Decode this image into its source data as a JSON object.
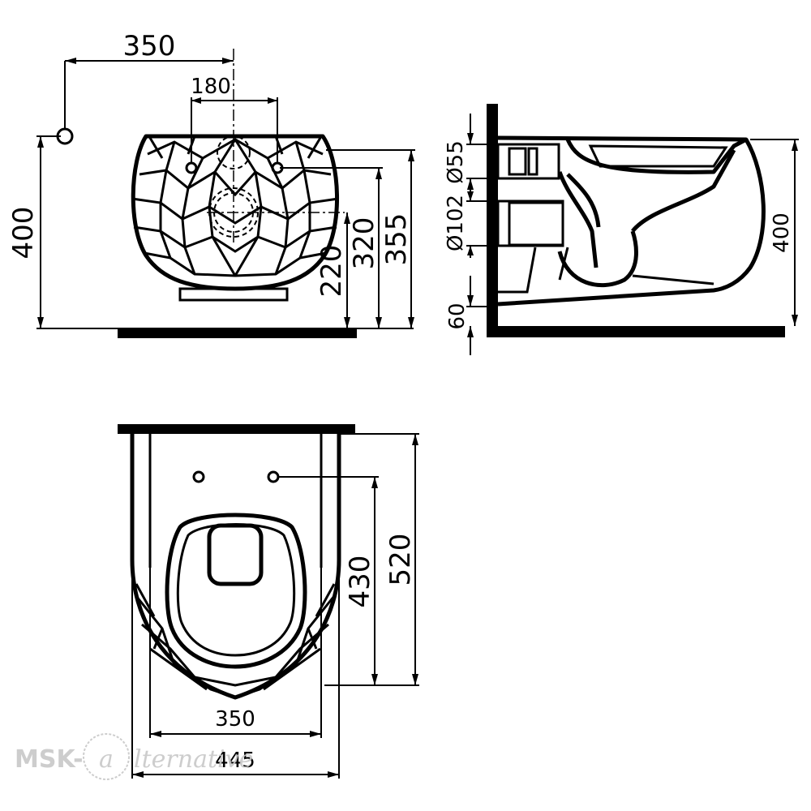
{
  "front_view": {
    "dim_width": "350",
    "dim_holes": "180",
    "dim_height": "400",
    "dim_outlet": "220",
    "dim_inlet": "320",
    "dim_top": "355"
  },
  "side_view": {
    "dim_inlet_dia": "Ø55",
    "dim_outlet_dia": "Ø102",
    "dim_height": "400",
    "dim_gap": "60"
  },
  "top_view": {
    "dim_holes_depth": "430",
    "dim_depth": "520",
    "dim_inner_width": "350",
    "dim_width": "445"
  },
  "watermark": {
    "prefix": "MSK-",
    "mark": "a",
    "suffix": "lternative"
  }
}
